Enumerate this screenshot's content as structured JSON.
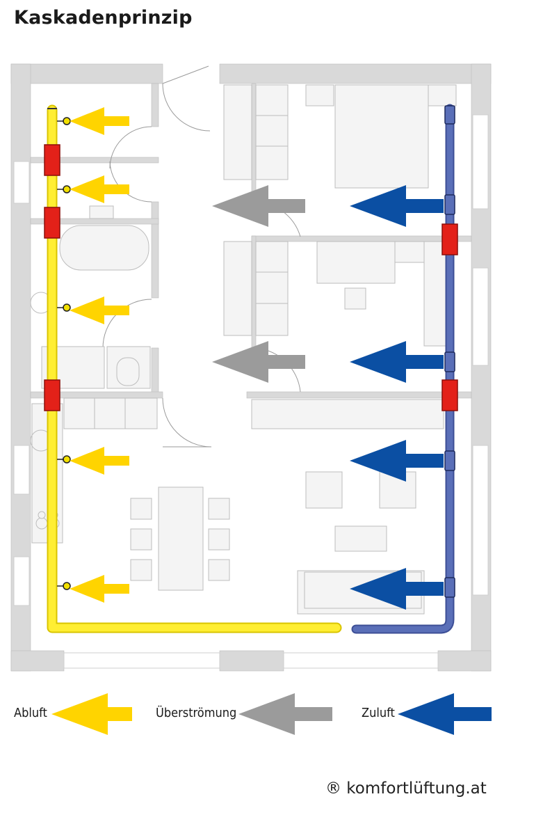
{
  "title": "Kaskadenprinzip",
  "legend": [
    {
      "key": "abluft",
      "label": "Abluft",
      "color": "#FFD400"
    },
    {
      "key": "ueberstroemung",
      "label": "Überströmung",
      "color": "#9B9B9B"
    },
    {
      "key": "zuluft",
      "label": "Zuluft",
      "color": "#0B4FA3"
    }
  ],
  "credit": "® komfortlüftung.at",
  "colors": {
    "wall": "#D9D9D9",
    "furniture": "#F4F4F4",
    "furniture_stroke": "#BDBDBD",
    "exhaust_duct": "#FFEE33",
    "supply_duct": "#5A6FB8",
    "silencer": "#E32119"
  }
}
